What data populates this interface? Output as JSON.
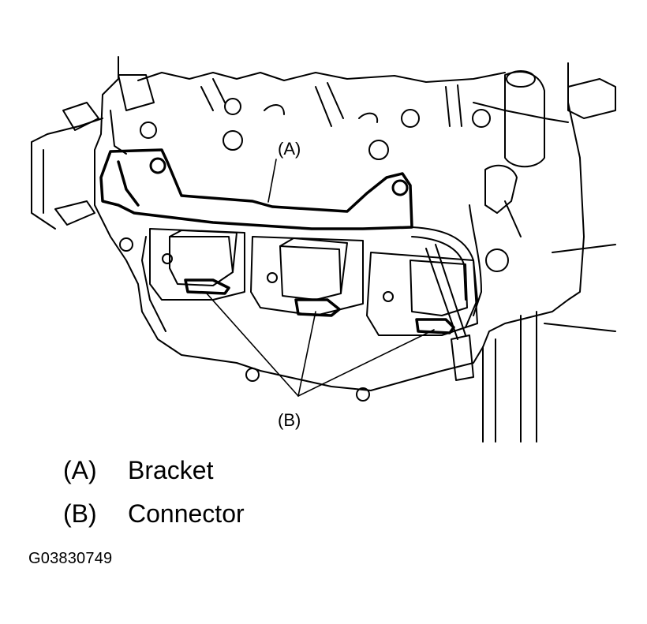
{
  "callouts": {
    "a": "(A)",
    "b": "(B)"
  },
  "legend": [
    {
      "key": "(A)",
      "label": "Bracket"
    },
    {
      "key": "(B)",
      "label": "Connector"
    }
  ],
  "figure_id": "G03830749",
  "colors": {
    "ink": "#000000",
    "paper": "#ffffff"
  }
}
